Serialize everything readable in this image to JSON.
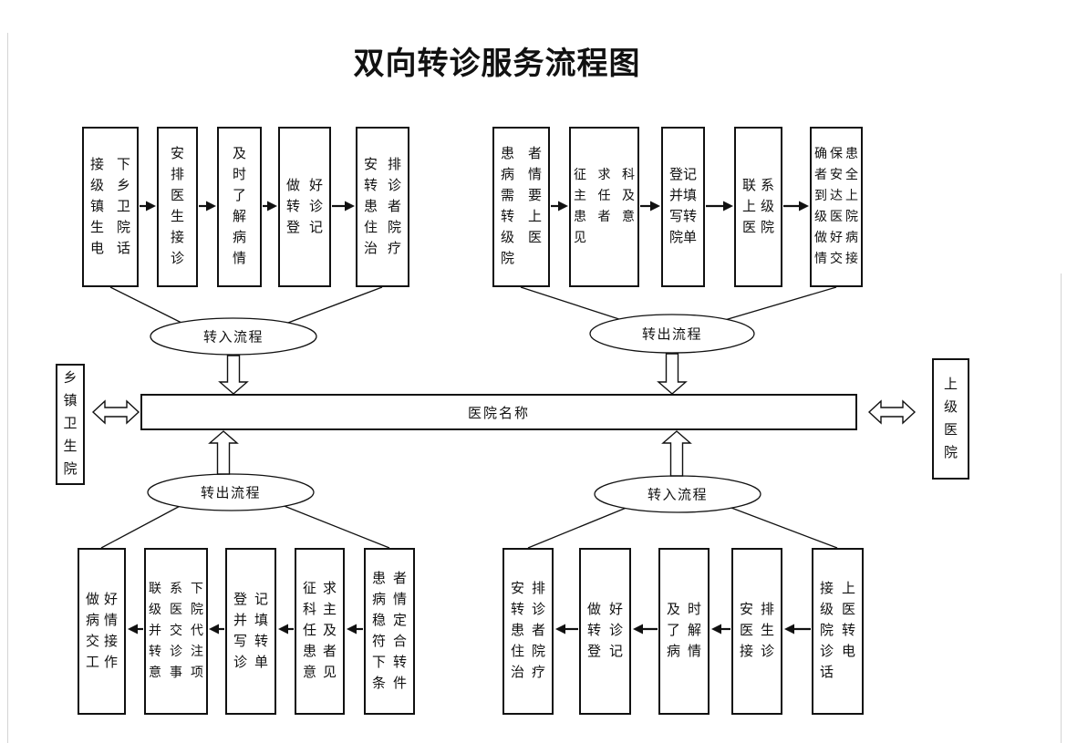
{
  "title": "双向转诊服务流程图",
  "colors": {
    "ink": "#111111",
    "background": "#ffffff"
  },
  "center_bar": {
    "label": "医院名称"
  },
  "left_entity": {
    "label": "乡镇卫生院"
  },
  "right_entity": {
    "label": "上级医院"
  },
  "ellipses": {
    "top_left": {
      "label": "转入流程"
    },
    "top_right": {
      "label": "转出流程"
    },
    "bottom_left": {
      "label": "转出流程"
    },
    "bottom_right": {
      "label": "转入流程"
    }
  },
  "flows": {
    "top_left": {
      "direction": "left-to-right",
      "steps": [
        "接下级乡镇卫生院电话",
        "安排医生接诊",
        "及时了解病情",
        "做好转诊登记",
        "安排转诊患者住院治疗"
      ]
    },
    "top_right": {
      "direction": "left-to-right",
      "steps": [
        "患者病情需要转上级医院",
        "征求科主任及患者意见",
        "登记并填写转院单",
        "联系上级医院",
        "确保患者安全到达上级医院做好病情交接"
      ]
    },
    "bottom_left": {
      "direction": "right-to-left",
      "steps": [
        "做好病情交接工作",
        "联系下级医院并交代转诊注意事项",
        "登记并填写转诊单",
        "征求科主任及患者意见",
        "患者病情稳定符合下转条件"
      ]
    },
    "bottom_right": {
      "direction": "right-to-left",
      "steps": [
        "安排转诊患者住院治疗",
        "做好转诊登记",
        "及时了解病情",
        "安排医生接诊",
        "接上级医院转诊电话"
      ]
    }
  }
}
